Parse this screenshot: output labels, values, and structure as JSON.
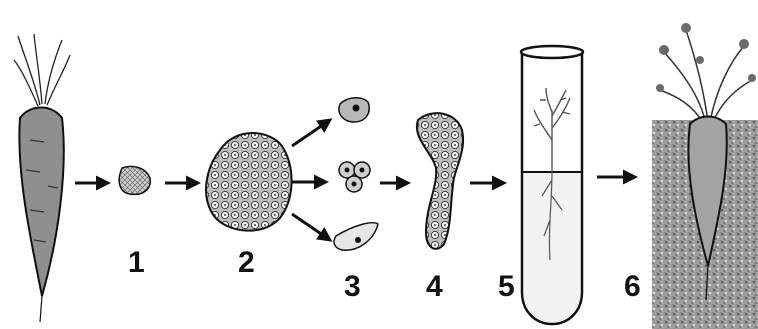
{
  "diagram": {
    "steps": [
      {
        "label": "1",
        "icon": "tissue-fragment-icon"
      },
      {
        "label": "2",
        "icon": "callus-cell-mass-icon"
      },
      {
        "label": "3",
        "icon": "isolated-cells-icon"
      },
      {
        "label": "4",
        "icon": "embryoid-icon"
      },
      {
        "label": "5",
        "icon": "test-tube-plantlet-icon"
      },
      {
        "label": "6",
        "icon": "carrot-in-soil-icon"
      }
    ],
    "colors": {
      "ink": "#111111",
      "soil": "#6f6f6f",
      "background": "#ffffff"
    }
  }
}
